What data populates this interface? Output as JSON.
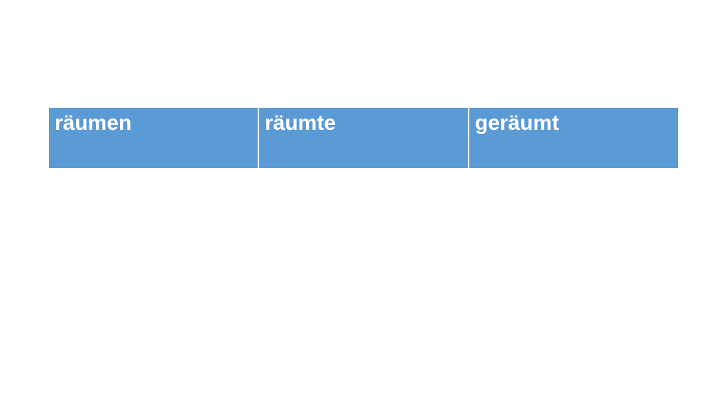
{
  "page": {
    "background_color": "#ffffff"
  },
  "table": {
    "accent_color": "#5b9bd5",
    "text_color": "#ffffff",
    "divider_color": "#ffffff",
    "cells": [
      {
        "label": "räumen"
      },
      {
        "label": "räumte"
      },
      {
        "label": "geräumt"
      }
    ]
  }
}
